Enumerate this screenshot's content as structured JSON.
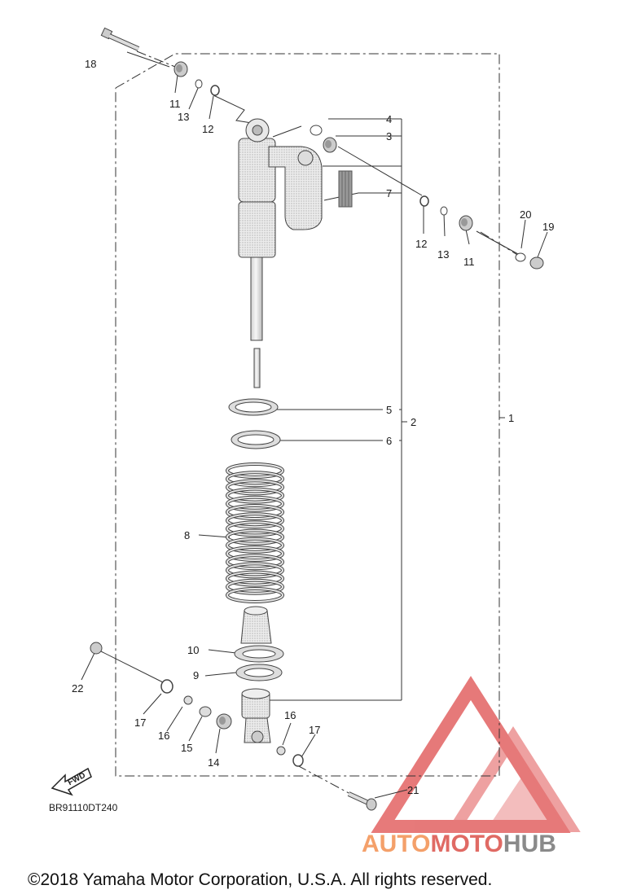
{
  "diagram": {
    "code": "BR91110DT240",
    "copyright": "©2018 Yamaha Motor Corporation, U.S.A. All rights reserved.",
    "fwd_label": "FWD",
    "watermark": {
      "part1": "AUTO",
      "part2": "MOTO",
      "part3": "HUB",
      "color1": "#f4a06a",
      "color2": "#e06a64",
      "color3": "#8a8a8a",
      "logo_color": "#e46b6b"
    },
    "callouts": {
      "c1": "1",
      "c2": "2",
      "c3": "3",
      "c4": "4",
      "c5": "5",
      "c6": "6",
      "c7": "7",
      "c8": "8",
      "c9": "9",
      "c10": "10",
      "c11a": "11",
      "c11b": "11",
      "c12a": "12",
      "c12b": "12",
      "c13a": "13",
      "c13b": "13",
      "c14": "14",
      "c15": "15",
      "c16a": "16",
      "c16b": "16",
      "c17a": "17",
      "c17b": "17",
      "c18": "18",
      "c19": "19",
      "c20": "20",
      "c21": "21",
      "c22": "22"
    }
  }
}
